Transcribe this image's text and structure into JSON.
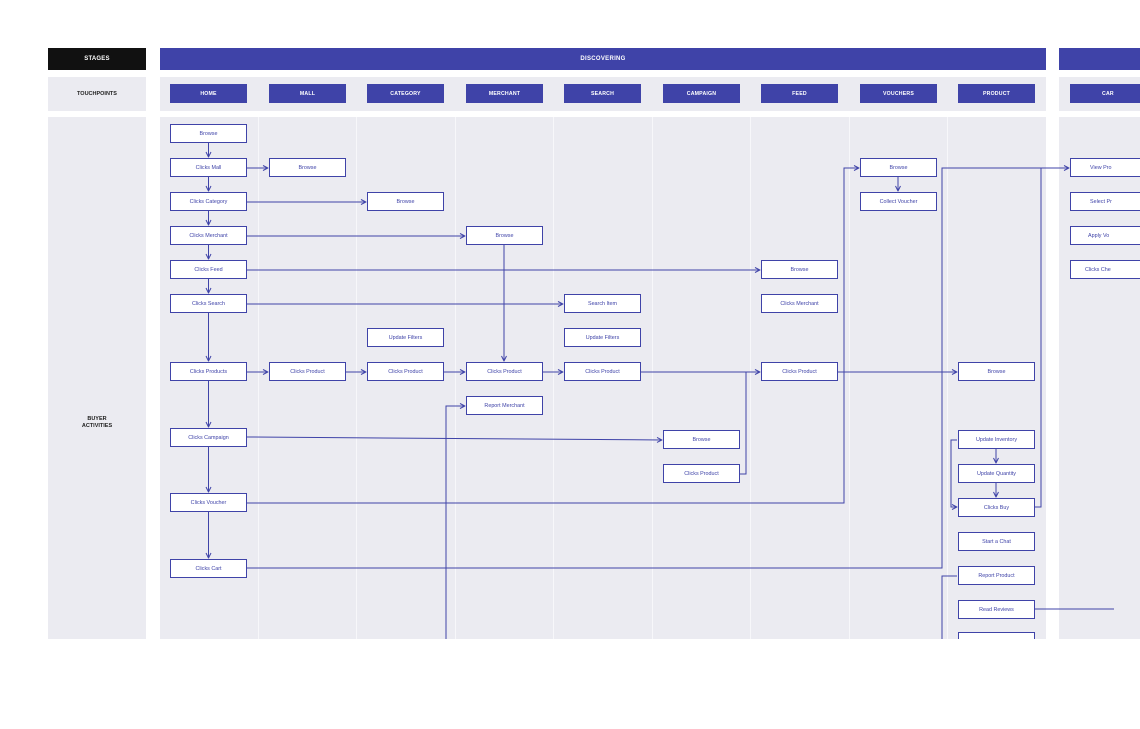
{
  "header": {
    "stages_label": "STAGES",
    "touchpoints_label": "TOUCHPOINTS",
    "buyer_activities_label": "BUYER\nACTIVITIES",
    "stage_discovering": "DISCOVERING"
  },
  "touchpoints": [
    "HOME",
    "MALL",
    "CATEGORY",
    "MERCHANT",
    "SEARCH",
    "CAMPAIGN",
    "FEED",
    "VOUCHERS",
    "PRODUCT",
    "CAR"
  ],
  "nodes": {
    "home_browse": "Browse",
    "home_clicks_mall": "Clicks Mall",
    "home_clicks_category": "Clicks Category",
    "home_clicks_merchant": "Clicks Merchant",
    "home_clicks_feed": "Clicks Feed",
    "home_clicks_search": "Clicks Search",
    "home_clicks_products": "Clicks Products",
    "home_clicks_campaign": "Clicks Campaign",
    "home_clicks_voucher": "Clicks Voucher",
    "home_clicks_cart": "Clicks Cart",
    "mall_browse": "Browse",
    "mall_clicks_product": "Clicks Product",
    "category_browse": "Browse",
    "category_update_filters": "Update Filters",
    "category_clicks_product": "Clicks Product",
    "merchant_browse": "Browse",
    "merchant_clicks_product": "Clicks Product",
    "merchant_report": "Report Merchant",
    "search_item": "Search Item",
    "search_update_filters": "Update Filters",
    "search_clicks_product": "Clicks Product",
    "campaign_browse": "Browse",
    "campaign_clicks_product": "Clicks Product",
    "feed_browse": "Browse",
    "feed_clicks_merchant": "Clicks Merchant",
    "feed_clicks_product": "Clicks Product",
    "vouchers_browse": "Browse",
    "vouchers_collect": "Collect Voucher",
    "product_browse": "Browse",
    "product_update_inventory": "Update Inventory",
    "product_update_quantity": "Update Quantity",
    "product_clicks_buy": "Clicks Buy",
    "product_start_chat": "Start a Chat",
    "product_report": "Report Product",
    "product_read_reviews": "Read Reviews",
    "product_last": "",
    "cart_view": "View Pro",
    "cart_select": "Select Pr",
    "cart_apply": "Apply Vo",
    "cart_clicks": "Clicks Che"
  }
}
